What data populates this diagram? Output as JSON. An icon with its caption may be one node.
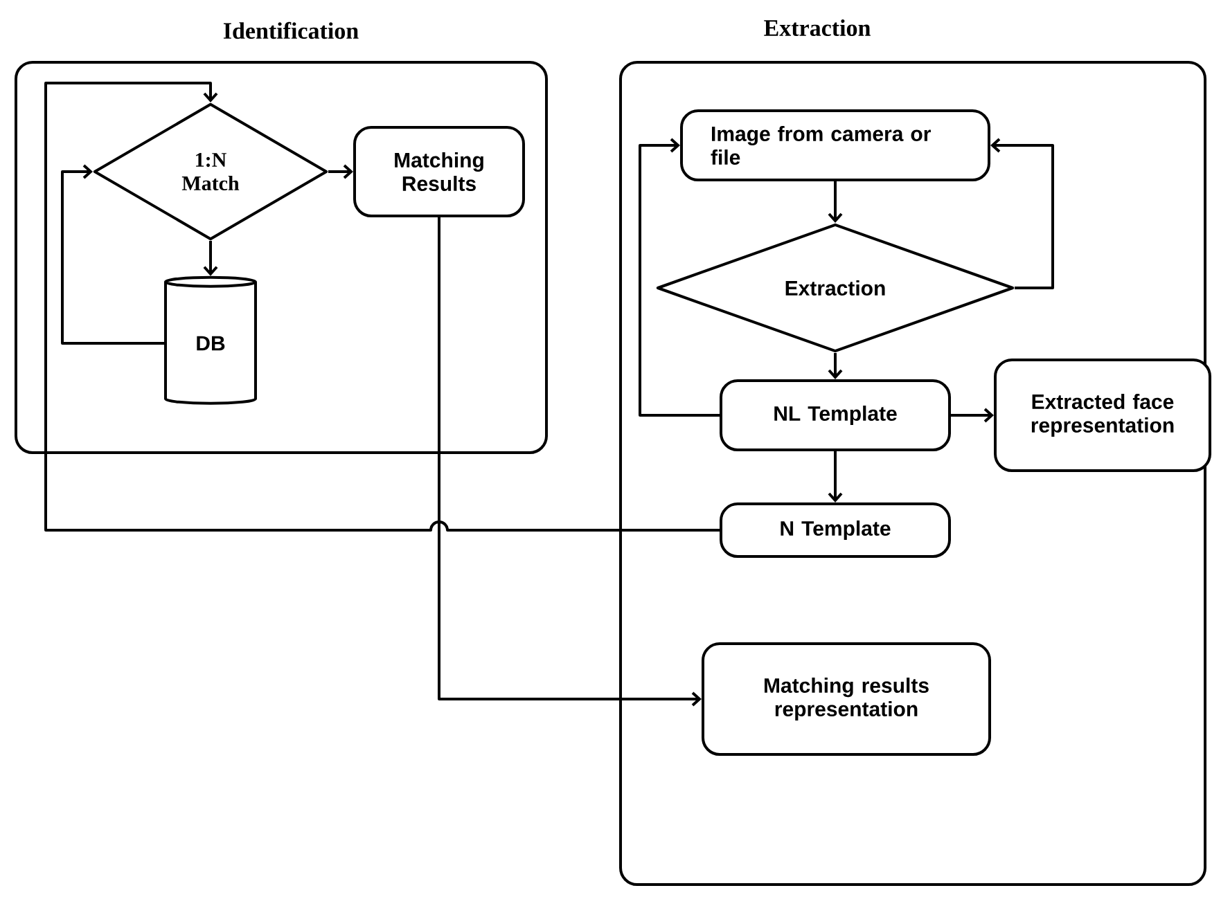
{
  "diagram": {
    "nodes": [
      {
        "text": [
          "Identification"
        ]
      },
      {
        "text": [
          "1:N Match"
        ],
        "in": 0
      },
      {
        "text": [
          "Matching Results"
        ],
        "in": 0
      },
      {
        "text": [
          "DB"
        ],
        "in": 0
      },
      {
        "text": [
          "Extraction"
        ]
      },
      {
        "text": [
          "Image from camera or file"
        ],
        "in": 4
      },
      {
        "text": [
          "Extraction"
        ],
        "in": 4
      },
      {
        "text": [
          "NL Template"
        ],
        "in": 4
      },
      {
        "text": [
          "Extracted face representation"
        ],
        "in": 4
      },
      {
        "text": [
          "N Template"
        ],
        "in": 4
      },
      {
        "text": [
          "Matching results representation"
        ],
        "in": 4
      }
    ],
    "edges": [
      {
        "from": 1,
        "to": 2,
        "arrow": "to"
      },
      {
        "from": 1,
        "to": 3,
        "arrow": "to"
      },
      {
        "from": 3,
        "to": 1,
        "arrow": "to"
      },
      {
        "from": 5,
        "to": 6,
        "arrow": "to"
      },
      {
        "from": 6,
        "to": 5,
        "arrow": "to"
      },
      {
        "from": 6,
        "to": 7,
        "arrow": "to"
      },
      {
        "from": 7,
        "to": 5,
        "arrow": "to"
      },
      {
        "from": 7,
        "to": 8,
        "arrow": "to"
      },
      {
        "from": 7,
        "to": 9,
        "arrow": "to"
      },
      {
        "from": 9,
        "to": 1,
        "arrow": "to"
      },
      {
        "from": 2,
        "to": 10,
        "arrow": "to"
      }
    ]
  }
}
